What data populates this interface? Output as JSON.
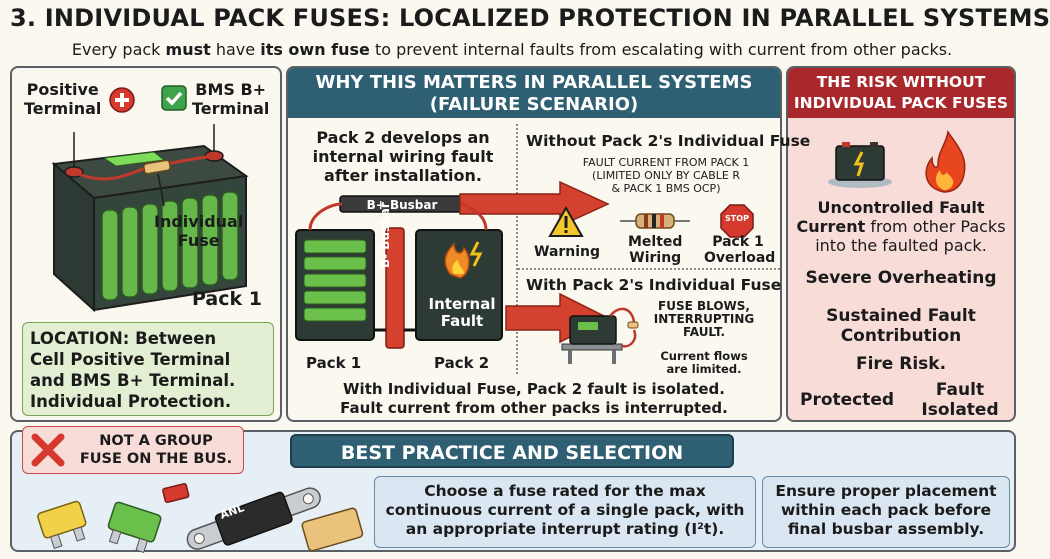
{
  "title": "3. INDIVIDUAL PACK FUSES: LOCALIZED PROTECTION IN PARALLEL SYSTEMS",
  "subtitle": {
    "pre": "Every pack ",
    "must": "must",
    "mid1": " have ",
    "own": "its own fuse",
    "post": " to prevent internal faults from escalating with current from other packs."
  },
  "left_panel": {
    "positive_terminal": [
      "Positive",
      "Terminal"
    ],
    "bms_terminal": [
      "BMS B+",
      "Terminal"
    ],
    "individual_fuse": [
      "Individual",
      "Fuse"
    ],
    "pack_label": "Pack 1",
    "location": [
      "LOCATION:  Between",
      "Cell Positive Terminal",
      "and BMS B+ Terminal.",
      "Individual Protection."
    ]
  },
  "mid_panel": {
    "header": [
      "WHY THIS MATTERS IN PARALLEL SYSTEMS",
      "(FAILURE SCENARIO)"
    ],
    "scenario": [
      "Pack 2 develops an",
      "internal wiring fault",
      "after installation."
    ],
    "b_plus_busbar": "B+ Busbar",
    "b_minus_busbar": "B- Busbar",
    "internal_fault": [
      "Internal",
      "Fault"
    ],
    "pack1": "Pack 1",
    "pack2": "Pack 2",
    "without_title": "Without Pack 2's Individual Fuse",
    "without_detail": [
      "FAULT CURRENT FROM PACK 1",
      "(LIMITED ONLY BY CABLE R",
      "& PACK 1 BMS OCP)"
    ],
    "warning": "Warning",
    "melted": [
      "Melted",
      "Wiring"
    ],
    "stop": "STOP",
    "overload": [
      "Pack 1",
      "Overload"
    ],
    "with_title": "With Pack 2's Individual Fuse",
    "with_detail": [
      "FUSE BLOWS,",
      "INTERRUPTING",
      "FAULT."
    ],
    "with_detail2": [
      "Current flows",
      "are limited."
    ],
    "conclusion": [
      "With Individual Fuse, Pack 2 fault is isolated.",
      "Fault current from other packs is interrupted."
    ]
  },
  "right_panel": {
    "header": [
      "THE RISK WITHOUT",
      "INDIVIDUAL PACK FUSES"
    ],
    "risk1_bold": [
      "Uncontrolled Fault",
      "Current"
    ],
    "risk1_rest": [
      " from other Packs",
      "into the faulted pack."
    ],
    "risk2": "Severe Overheating",
    "risk3": [
      "Sustained Fault",
      "Contribution"
    ],
    "risk4": "Fire Risk.",
    "protected": "Protected",
    "fault_isolated": [
      "Fault",
      "Isolated"
    ]
  },
  "bottom": {
    "not_group": [
      "NOT A GROUP",
      "FUSE ON THE BUS."
    ],
    "header": "BEST PRACTICE AND SELECTION",
    "anl": "ANL",
    "info1": [
      "Choose a fuse rated for the max",
      "continuous current of a single pack, with",
      "an appropriate interrupt rating (I²t)."
    ],
    "info2": [
      "Ensure proper placement",
      "within each pack before",
      "final busbar assembly."
    ]
  },
  "colors": {
    "teal_header": "#2f5f72",
    "red_header": "#a8282b",
    "risk_bg": "#f7dcd8",
    "location_bg": "#e3efd2",
    "bottom_bg": "#e7eff6"
  }
}
